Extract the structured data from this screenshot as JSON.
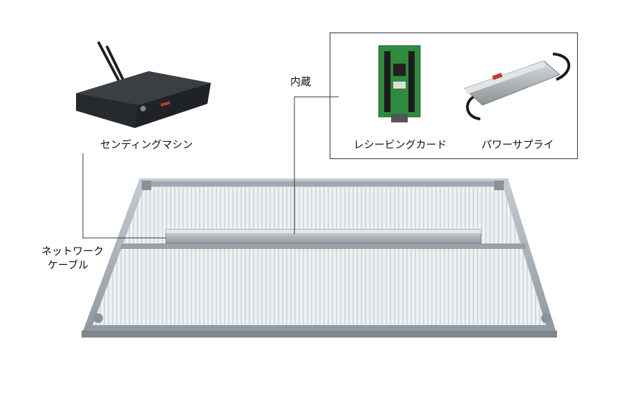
{
  "labels": {
    "sending_machine": "センディングマシン",
    "builtin": "内蔵",
    "receiving_card": "レシービングカード",
    "power_supply": "パワーサプライ",
    "network_cable_line1": "ネットワーク",
    "network_cable_line2": "ケーブル"
  },
  "colors": {
    "panel_fill": "#e9ecee",
    "panel_frame": "#9aa3ab",
    "pcb_green": "#2f8a3e",
    "device_dark": "#2c2f33",
    "psu_silver": "#b9bdc2",
    "leader_line": "#333333"
  },
  "icons": {
    "sending_machine": "router-box-icon",
    "receiving_card": "pcb-card-icon",
    "power_supply": "power-supply-icon"
  }
}
